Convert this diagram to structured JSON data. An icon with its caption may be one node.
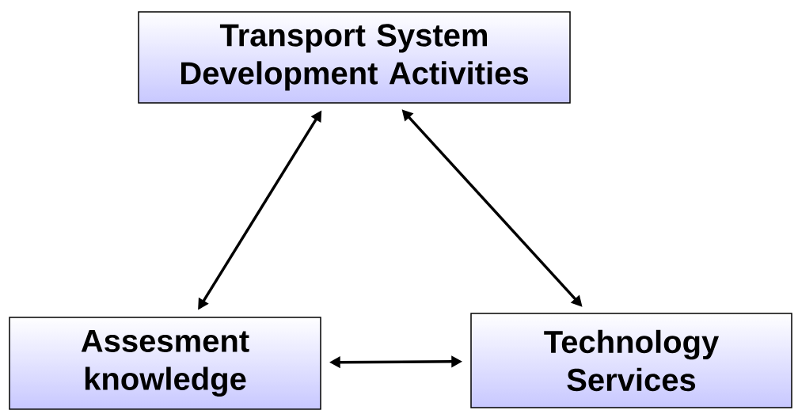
{
  "diagram": {
    "nodes": [
      {
        "text": [
          "Transport System Development Activities"
        ]
      },
      {
        "text": [
          "Assesment knowledge"
        ]
      },
      {
        "text": [
          "Technology Services"
        ]
      }
    ],
    "edges": [
      {
        "from": 0,
        "to": 1,
        "arrow": "both"
      },
      {
        "from": 0,
        "to": 2,
        "arrow": "both"
      },
      {
        "from": 1,
        "to": 2,
        "arrow": "both"
      }
    ]
  }
}
